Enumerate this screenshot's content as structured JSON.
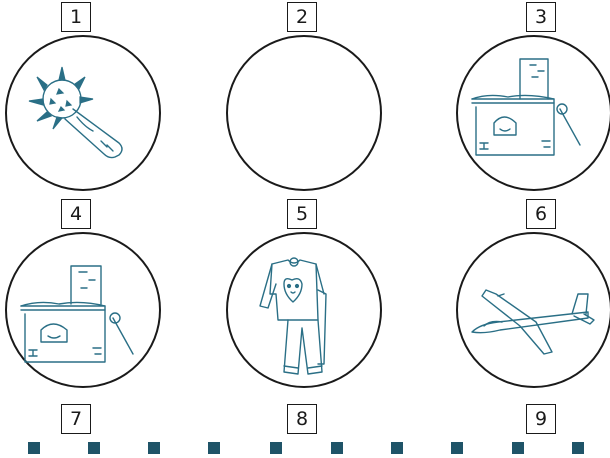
{
  "numbers": {
    "n1": "1",
    "n2": "2",
    "n3": "3",
    "n4": "4",
    "n5": "5",
    "n6": "6",
    "n7": "7",
    "n8": "8",
    "n9": "9"
  },
  "colors": {
    "ink": "#2a6f86",
    "outline": "#1a1a1a",
    "square": "#1f5468"
  },
  "icons": {
    "c1": "spiked-mace-icon",
    "c2": "empty",
    "c3": "stove-with-poker-icon",
    "c4": "stove-with-poker-icon",
    "c5": "pajamas-icon",
    "c6": "glider-plane-icon"
  }
}
